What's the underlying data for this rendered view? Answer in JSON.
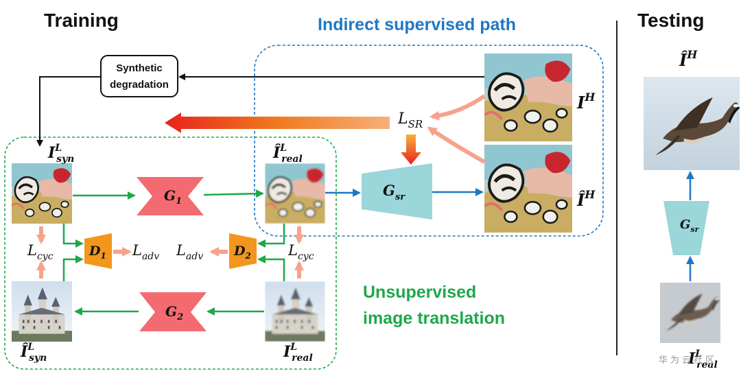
{
  "headings": {
    "training": "Training",
    "testing": "Testing",
    "indirect_path": "Indirect supervised path",
    "unsupervised_line1": "Unsupervised",
    "unsupervised_line2": "image translation"
  },
  "degradation_box": {
    "line1": "Synthetic",
    "line2": "degradation"
  },
  "networks": {
    "g1": {
      "base": "G",
      "sub": "1"
    },
    "g2": {
      "base": "G",
      "sub": "2"
    },
    "d1": {
      "base": "D",
      "sub": "1"
    },
    "d2": {
      "base": "D",
      "sub": "2"
    },
    "gsr": {
      "base": "G",
      "sub": "sr"
    },
    "gsr_test": {
      "base": "G",
      "sub": "sr"
    }
  },
  "symbols": {
    "i_syn_top": {
      "base": "I",
      "sup": "L",
      "sub": "syn"
    },
    "i_real_hat_top": {
      "base": "Î",
      "sup": "L",
      "sub": "real"
    },
    "i_h": {
      "base": "I",
      "sup": "H"
    },
    "i_h_hat": {
      "base": "Î",
      "sup": "H"
    },
    "i_syn_hat_bottom": {
      "base": "Î",
      "sup": "L",
      "sub": "syn"
    },
    "i_real_bottom": {
      "base": "I",
      "sup": "L",
      "sub": "real"
    },
    "test_i_h_hat": {
      "base": "Î",
      "sup": "H"
    },
    "test_i_real": {
      "base": "I",
      "sup": "L",
      "sub": "real"
    }
  },
  "losses": {
    "l_sr": {
      "base": "L",
      "sub": "SR"
    },
    "l_cyc_left": {
      "base": "L",
      "sub": "cyc"
    },
    "l_adv_left": {
      "base": "L",
      "sub": "adv"
    },
    "l_adv_right": {
      "base": "L",
      "sub": "adv"
    },
    "l_cyc_right": {
      "base": "L",
      "sub": "cyc"
    }
  },
  "watermark": "华为云社区",
  "colors": {
    "generator": "#f36b70",
    "discriminator": "#f2961d",
    "sr_net": "#9ad6da",
    "green_arrow": "#1ea84a",
    "blue_arrow": "#1f77c4",
    "loss_arrow": "#f6a28c",
    "orange_gradient_start": "#f28a25",
    "orange_gradient_end": "#e8231c"
  }
}
